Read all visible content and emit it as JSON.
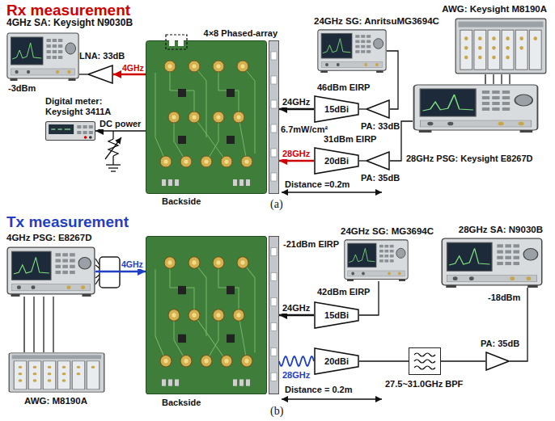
{
  "diagram": {
    "nodes": [
      {
        "text": [
          "4GHz SA: Keysight N9030B"
        ]
      },
      {
        "text": [
          "LNA: 33dB"
        ]
      },
      {
        "text": [
          "4×8 Phased-array",
          "Backside"
        ]
      },
      {
        "text": [
          "Digital meter: Keysight 3411A"
        ]
      },
      {
        "text": [
          "24GHz SG: AnritsuMG3694C"
        ]
      },
      {
        "text": [
          "PA: 33dB"
        ]
      },
      {
        "text": [
          "15dBi"
        ]
      },
      {
        "text": [
          "AWG: Keysight M8190A"
        ]
      },
      {
        "text": [
          "28GHz PSG: Keysight E8267D"
        ]
      },
      {
        "text": [
          "PA: 35dB"
        ]
      },
      {
        "text": [
          "20dBi"
        ]
      },
      {
        "text": [
          "4GHz PSG: E8267D"
        ]
      },
      {
        "text": [
          "AWG: M8190A"
        ]
      },
      {
        "text": [
          "Backside"
        ]
      },
      {
        "text": [
          "24GHz SG: MG3694C"
        ]
      },
      {
        "text": [
          "15dBi"
        ]
      },
      {
        "text": [
          "28GHz SA: N9030B"
        ]
      },
      {
        "text": [
          "PA: 35dB"
        ]
      },
      {
        "text": [
          "27.5~31.0GHz BPF"
        ]
      },
      {
        "text": [
          "20dBi"
        ]
      }
    ],
    "edges": [
      {
        "from": 2,
        "to": 1,
        "arrow": "to",
        "label": "4GHz"
      },
      {
        "from": 1,
        "to": 0,
        "arrow": "none"
      },
      {
        "from": 2,
        "to": 3,
        "arrow": "to",
        "label": "DC power"
      },
      {
        "from": 4,
        "to": 5,
        "arrow": "none"
      },
      {
        "from": 5,
        "to": 6,
        "arrow": "none"
      },
      {
        "from": 6,
        "to": 2,
        "arrow": "to",
        "label": "24GHz"
      },
      {
        "from": 7,
        "to": 8,
        "arrow": "none"
      },
      {
        "from": 8,
        "to": 9,
        "arrow": "none"
      },
      {
        "from": 9,
        "to": 10,
        "arrow": "none"
      },
      {
        "from": 10,
        "to": 2,
        "arrow": "to",
        "label": "28GHz"
      },
      {
        "from": 12,
        "to": 11,
        "arrow": "none"
      },
      {
        "from": 11,
        "to": 13,
        "arrow": "to",
        "label": "4GHz"
      },
      {
        "from": 14,
        "to": 15,
        "arrow": "none"
      },
      {
        "from": 15,
        "to": 13,
        "arrow": "to",
        "label": "24GHz"
      },
      {
        "from": 13,
        "to": 19,
        "arrow": "none",
        "label": "28GHz"
      },
      {
        "from": 19,
        "to": 18,
        "arrow": "none"
      },
      {
        "from": 18,
        "to": 17,
        "arrow": "none"
      },
      {
        "from": 17,
        "to": 16,
        "arrow": "none"
      }
    ],
    "labels": [
      "Rx measurement",
      "-3dBm",
      "46dBm EIRP",
      "6.7mW/cm²",
      "31dBm EIRP",
      "Distance =0.2m",
      "(a)",
      "Tx measurement",
      "-21dBm EIRP",
      "42dBm EIRP",
      "-18dBm",
      "Distance = 0.2m",
      "(b)"
    ]
  }
}
